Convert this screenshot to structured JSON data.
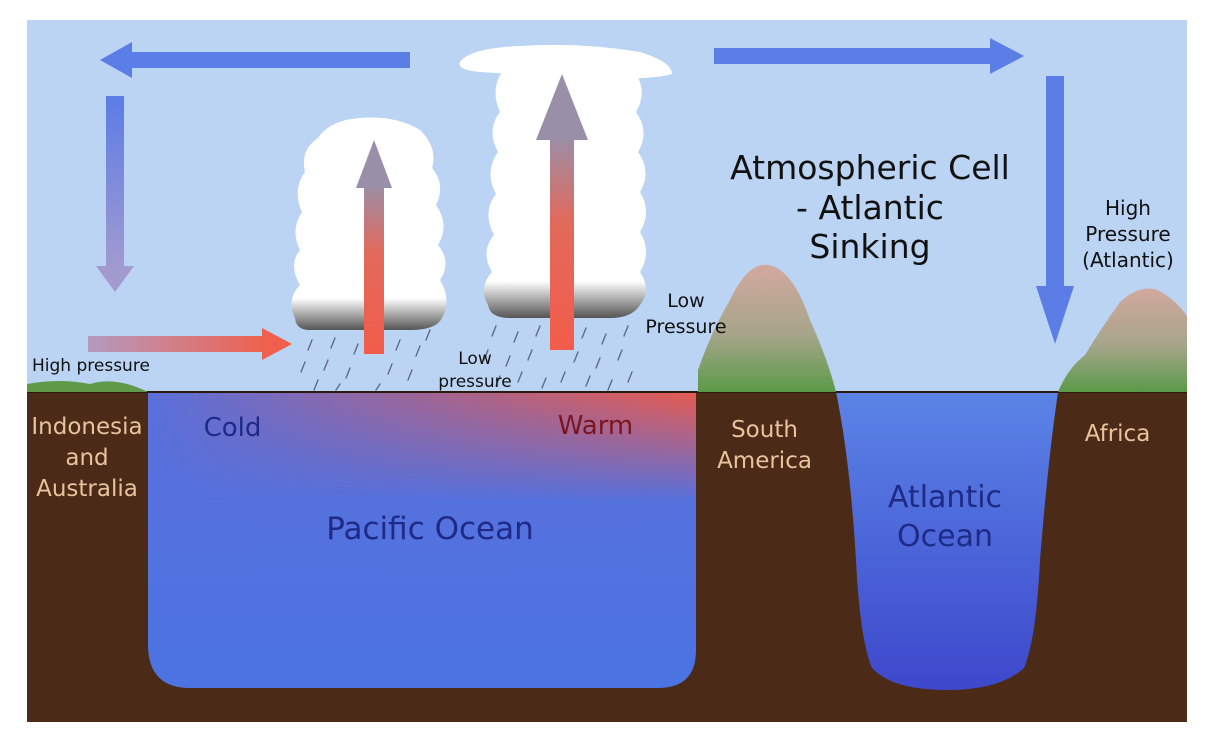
{
  "diagram": {
    "title_lines": [
      "Atmospheric Cell",
      "- Atlantic",
      "Sinking"
    ],
    "labels": {
      "high_pressure_left": "High pressure",
      "high_pressure_atlantic": [
        "High",
        "Pressure",
        "(Atlantic)"
      ],
      "low_pressure_left": [
        "Low",
        "pressure"
      ],
      "low_pressure_right": [
        "Low",
        "Pressure"
      ],
      "cold": "Cold",
      "warm": "Warm",
      "pacific_ocean": "Pacific Ocean",
      "atlantic_ocean": [
        "Atlantic",
        "Ocean"
      ],
      "indonesia_australia": [
        "Indonesia",
        "and",
        "Australia"
      ],
      "south_america": [
        "South",
        "America"
      ],
      "africa": "Africa"
    },
    "colors": {
      "sky": "#bcd4f4",
      "earth": "#4b2b17",
      "ocean": "#4f74e0",
      "warm_water": "#e05a4a",
      "blue_arrow": "#5b7de6",
      "red_arrow": "#ee6050",
      "grass": "#5e9a48",
      "mountain": "#c9a79b",
      "cloud": "#ffffff"
    }
  }
}
